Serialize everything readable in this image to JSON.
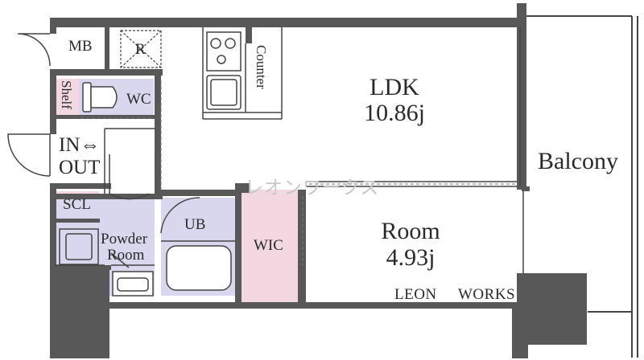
{
  "rooms": {
    "mb": "MB",
    "r": "R",
    "shelf": "Shelf",
    "wc": "WC",
    "entrance_in": "IN⇔",
    "entrance_out": "OUT",
    "scl": "SCL",
    "powder_1": "Powder",
    "powder_2": "Room",
    "ub": "UB",
    "counter": "Counter",
    "ldk_name": "LDK",
    "ldk_size": "10.86j",
    "wic": "WIC",
    "room_name": "Room",
    "room_size": "4.93j",
    "balcony": "Balcony"
  },
  "watermark": "レオンワークス",
  "credit": {
    "left": "LEON",
    "right": "WORKS"
  },
  "colors": {
    "wall": "#585858",
    "lavender": "#d9d7ee",
    "pink": "#f3d8e1",
    "line": "#444444"
  }
}
